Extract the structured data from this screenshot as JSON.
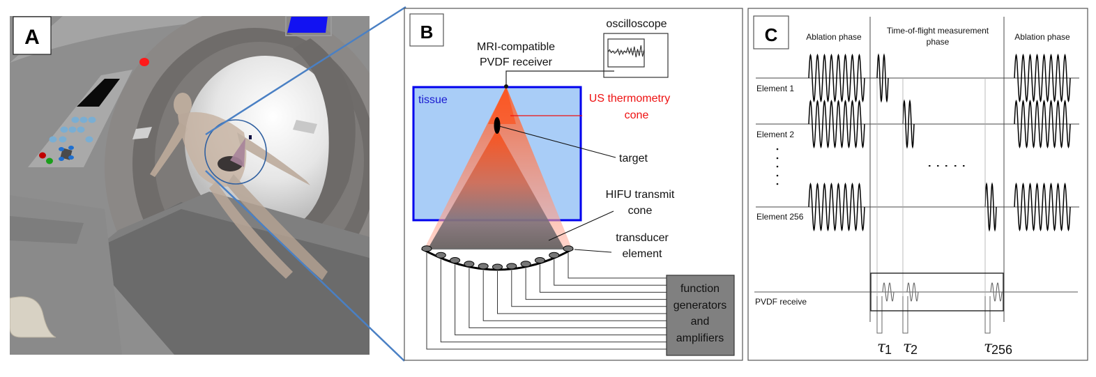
{
  "figure": {
    "panels": [
      {
        "id": "A",
        "letter": "A",
        "description": "3D rendering of patient lying in MRI scanner bore with HIFU transducer cone on abdomen; circled region magnified into panel B"
      },
      {
        "id": "B",
        "letter": "B"
      },
      {
        "id": "C",
        "letter": "C"
      }
    ]
  },
  "panelA": {
    "letter": "A",
    "colors": {
      "scanner": "#8c8c8c",
      "bore": "#7a7775",
      "screen": "#0a0a0a",
      "top_display": "#1010f0",
      "indicator": "#ff1a1a",
      "keypad": "#7aaed3",
      "red_button": "#c00000",
      "green_button": "#1a9e1a",
      "body": "#c7b3a2",
      "cone": "#a7839a",
      "zoom_circle": "#3060a0",
      "zoom_lines": "#4a80c4"
    }
  },
  "panelB": {
    "letter": "B",
    "oscilloscope_label": "oscilloscope",
    "receiver_label_line1": "MRI-compatible",
    "receiver_label_line2": "PVDF receiver",
    "tissue_label": "tissue",
    "thermometry_label_line1": "US thermometry",
    "thermometry_label_line2": "cone",
    "target_label": "target",
    "hifu_label_line1": "HIFU transmit",
    "hifu_label_line2": "cone",
    "transducer_label_line1": "transducer",
    "transducer_label_line2": "element",
    "generator_label_lines": [
      "function",
      "generators",
      "and",
      "amplifiers"
    ],
    "transducer_element_count": 11,
    "colors": {
      "tissue_fill": "#a9cdf7",
      "tissue_border": "#0000ee",
      "tissue_text": "#1a1ad0",
      "thermometry_text": "#ee1111",
      "cone_top": "#ff4a10",
      "cone_bottom": "#555555",
      "generator_box": "#808080"
    }
  },
  "panelC": {
    "letter": "C",
    "phase_labels": {
      "ablation_left": "Ablation phase",
      "tof_line1": "Time-of-flight measurement",
      "tof_line2": "phase",
      "ablation_right": "Ablation phase"
    },
    "rows": [
      {
        "label": "Element 1"
      },
      {
        "label": "Element 2"
      },
      {
        "label": "Element 256"
      },
      {
        "label": "PVDF receive"
      }
    ],
    "ellipsis_vertical": "⋮",
    "ellipsis_horizontal": "· · · · ·",
    "tau_labels": [
      {
        "symbol": "τ",
        "sub": "1"
      },
      {
        "symbol": "τ",
        "sub": "2"
      },
      {
        "symbol": "τ",
        "sub": "256"
      }
    ],
    "ablation_cycles": 8,
    "tof_burst_cycles": 2
  }
}
